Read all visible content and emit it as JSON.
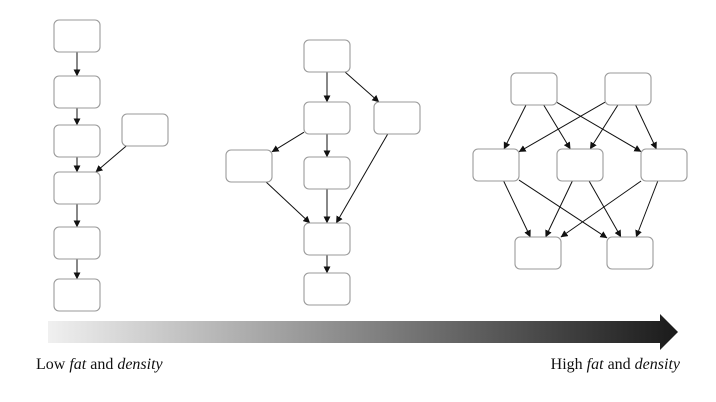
{
  "graphs": [
    {
      "id": "low",
      "nodes": [
        {
          "id": "a1"
        },
        {
          "id": "a2"
        },
        {
          "id": "a3"
        },
        {
          "id": "ax"
        },
        {
          "id": "a4"
        },
        {
          "id": "a5"
        },
        {
          "id": "a6"
        }
      ],
      "edges": [
        [
          "a1",
          "a2"
        ],
        [
          "a2",
          "a3"
        ],
        [
          "a3",
          "a4"
        ],
        [
          "ax",
          "a4"
        ],
        [
          "a4",
          "a5"
        ],
        [
          "a5",
          "a6"
        ]
      ]
    },
    {
      "id": "medium",
      "nodes": [
        {
          "id": "b1"
        },
        {
          "id": "b2"
        },
        {
          "id": "b3"
        },
        {
          "id": "b4"
        },
        {
          "id": "b5"
        },
        {
          "id": "b6"
        },
        {
          "id": "b7"
        }
      ],
      "edges": [
        [
          "b1",
          "b2"
        ],
        [
          "b1",
          "b3"
        ],
        [
          "b2",
          "b4"
        ],
        [
          "b2",
          "b5"
        ],
        [
          "b4",
          "b6"
        ],
        [
          "b5",
          "b6"
        ],
        [
          "b3",
          "b6"
        ],
        [
          "b6",
          "b7"
        ]
      ]
    },
    {
      "id": "high",
      "nodes": [
        {
          "id": "c1"
        },
        {
          "id": "c2"
        },
        {
          "id": "c3"
        },
        {
          "id": "c4"
        },
        {
          "id": "c5"
        },
        {
          "id": "c6"
        },
        {
          "id": "c7"
        }
      ],
      "edges": [
        [
          "c1",
          "c3"
        ],
        [
          "c1",
          "c4"
        ],
        [
          "c1",
          "c5"
        ],
        [
          "c2",
          "c3"
        ],
        [
          "c2",
          "c4"
        ],
        [
          "c2",
          "c5"
        ],
        [
          "c3",
          "c6"
        ],
        [
          "c3",
          "c7"
        ],
        [
          "c4",
          "c6"
        ],
        [
          "c4",
          "c7"
        ],
        [
          "c5",
          "c6"
        ],
        [
          "c5",
          "c7"
        ]
      ]
    }
  ],
  "scale_arrow": {
    "from_color": "#f0f0f0",
    "to_color": "#1a1a1a"
  },
  "caption_left": {
    "prefix": "Low ",
    "italic1": "fat",
    "middle": " and ",
    "italic2": "density"
  },
  "caption_right": {
    "prefix": "High ",
    "italic1": "fat",
    "middle": " and ",
    "italic2": "density"
  }
}
